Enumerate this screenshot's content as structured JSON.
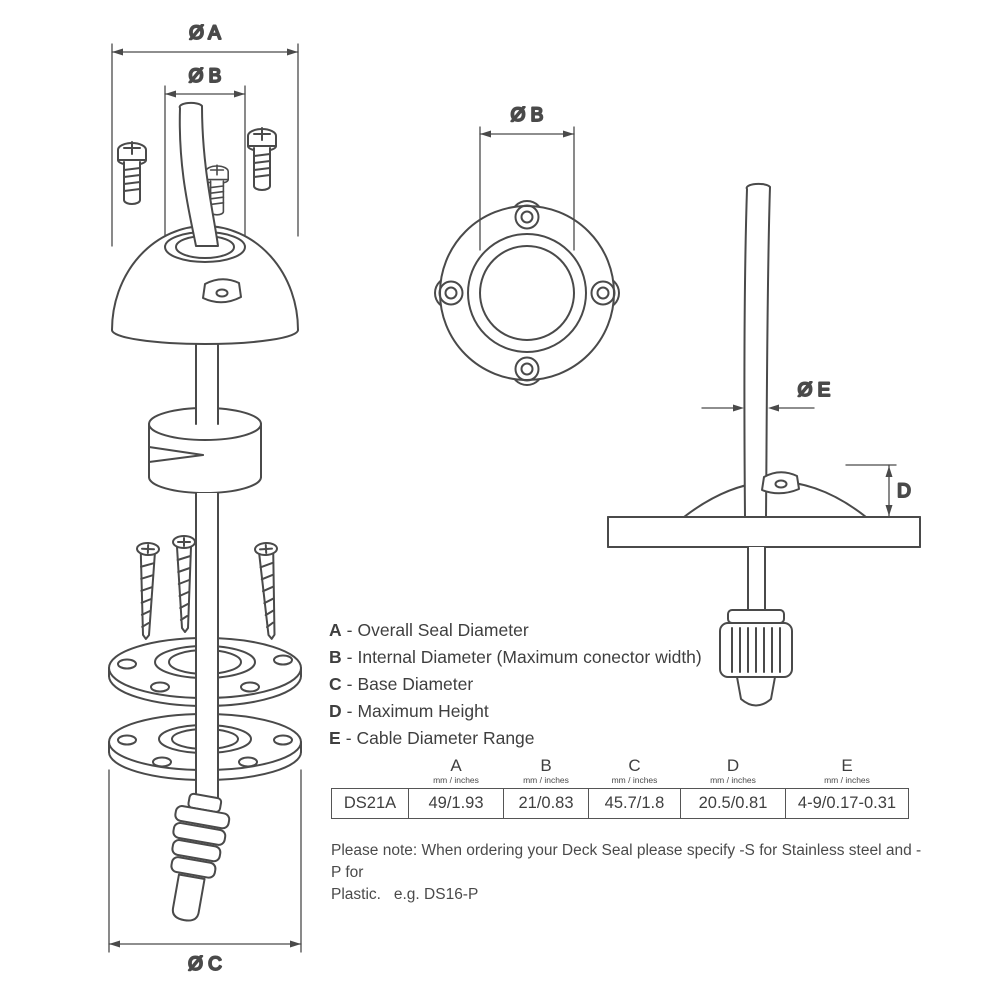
{
  "drawing": {
    "stroke_color": "#4a4a4a",
    "labels": {
      "dim_a": "Ø A",
      "dim_b": "Ø B",
      "dim_c": "Ø C",
      "dim_d": "D",
      "dim_e": "Ø E"
    }
  },
  "legend": {
    "items": [
      {
        "letter": "A",
        "sep": "-",
        "desc": "Overall Seal Diameter"
      },
      {
        "letter": "B",
        "sep": "-",
        "desc": "Internal Diameter (Maximum conector width)"
      },
      {
        "letter": "C",
        "sep": "-",
        "desc": "Base Diameter"
      },
      {
        "letter": "D",
        "sep": "-",
        "desc": "Maximum Height"
      },
      {
        "letter": "E",
        "sep": "-",
        "desc": "Cable Diameter Range"
      }
    ]
  },
  "table": {
    "columns": [
      {
        "letter": "A",
        "unit": "mm / inches"
      },
      {
        "letter": "B",
        "unit": "mm / inches"
      },
      {
        "letter": "C",
        "unit": "mm / inches"
      },
      {
        "letter": "D",
        "unit": "mm / inches"
      },
      {
        "letter": "E",
        "unit": "mm / inches"
      }
    ],
    "row": {
      "model": "DS21A",
      "values": [
        "49/1.93",
        "21/0.83",
        "45.7/1.8",
        "20.5/0.81",
        "4-9/0.17-0.31"
      ]
    }
  },
  "note": {
    "line1": "Please note: When ordering your Deck Seal please specify -S for Stainless steel and -P for",
    "line2": "Plastic.   e.g. DS16-P"
  }
}
